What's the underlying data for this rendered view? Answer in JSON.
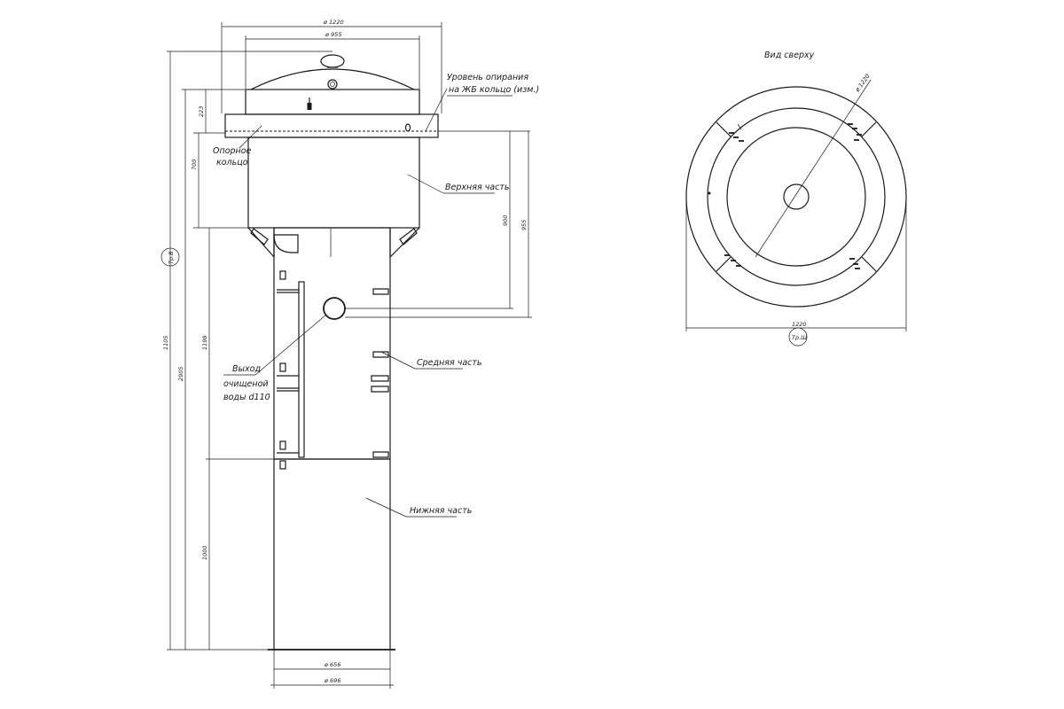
{
  "labels": {
    "top_view": "Вид сверху",
    "level_line1": "Уровень опирания",
    "level_line2": "на ЖБ кольцо (изм.)",
    "support_ring_line1": "Опорное",
    "support_ring_line2": "кольцо",
    "upper_part": "Верхняя часть",
    "middle_part": "Средняя часть",
    "lower_part": "Нижняя часть",
    "outlet_line1": "Выход",
    "outlet_line2": "очищеной",
    "outlet_line3": "воды d110"
  },
  "dimensions": {
    "top_dia_1220": "ø 1220",
    "top_dia_955": "ø 955",
    "bottom_dia_656": "ø 656",
    "bottom_dia_696": "ø 696",
    "h_223": "223",
    "h_700": "700",
    "h_900": "900",
    "h_955": "955",
    "h_1198": "1198",
    "h_2905": "2905",
    "h_1105": "1105",
    "h_1000": "1000",
    "plan_dia_1220": "ø 1220",
    "plan_width_1220": "1220",
    "plan_tag": "Тр.Ш",
    "side_tag": "Тр.В"
  }
}
